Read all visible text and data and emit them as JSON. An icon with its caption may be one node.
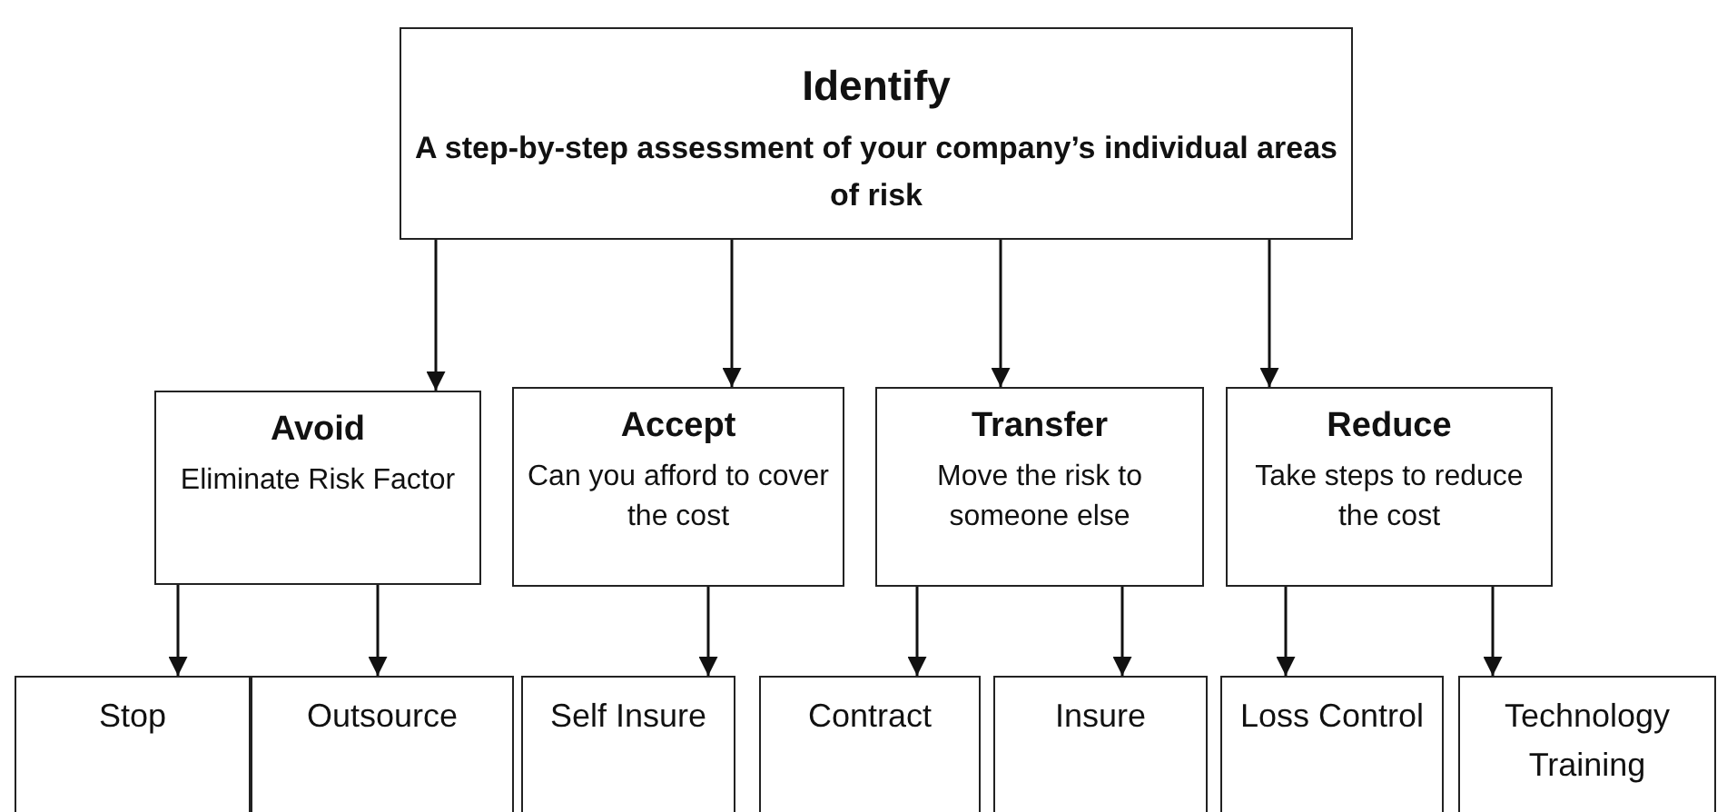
{
  "diagram": {
    "nodes": [
      {
        "text": [
          "Identify",
          "A step-by-step assessment of your company’s individual areas of risk"
        ]
      },
      {
        "text": [
          "Avoid",
          "Eliminate Risk Factor"
        ]
      },
      {
        "text": [
          "Accept",
          "Can you afford to cover the cost"
        ]
      },
      {
        "text": [
          "Transfer",
          "Move the risk to someone else"
        ]
      },
      {
        "text": [
          "Reduce",
          "Take steps to reduce the cost"
        ]
      },
      {
        "text": [
          "Stop"
        ]
      },
      {
        "text": [
          "Outsource"
        ]
      },
      {
        "text": [
          "Self Insure"
        ]
      },
      {
        "text": [
          "Contract"
        ]
      },
      {
        "text": [
          "Insure"
        ]
      },
      {
        "text": [
          "Loss Control"
        ]
      },
      {
        "text": [
          "Technology Training"
        ]
      }
    ],
    "edges": [
      {
        "from": 0,
        "to": 1,
        "arrow": "to"
      },
      {
        "from": 0,
        "to": 2,
        "arrow": "to"
      },
      {
        "from": 0,
        "to": 3,
        "arrow": "to"
      },
      {
        "from": 0,
        "to": 4,
        "arrow": "to"
      },
      {
        "from": 1,
        "to": 5,
        "arrow": "to"
      },
      {
        "from": 1,
        "to": 6,
        "arrow": "to"
      },
      {
        "from": 2,
        "to": 7,
        "arrow": "to"
      },
      {
        "from": 3,
        "to": 8,
        "arrow": "to"
      },
      {
        "from": 3,
        "to": 9,
        "arrow": "to"
      },
      {
        "from": 4,
        "to": 10,
        "arrow": "to"
      },
      {
        "from": 4,
        "to": 11,
        "arrow": "to"
      }
    ]
  }
}
